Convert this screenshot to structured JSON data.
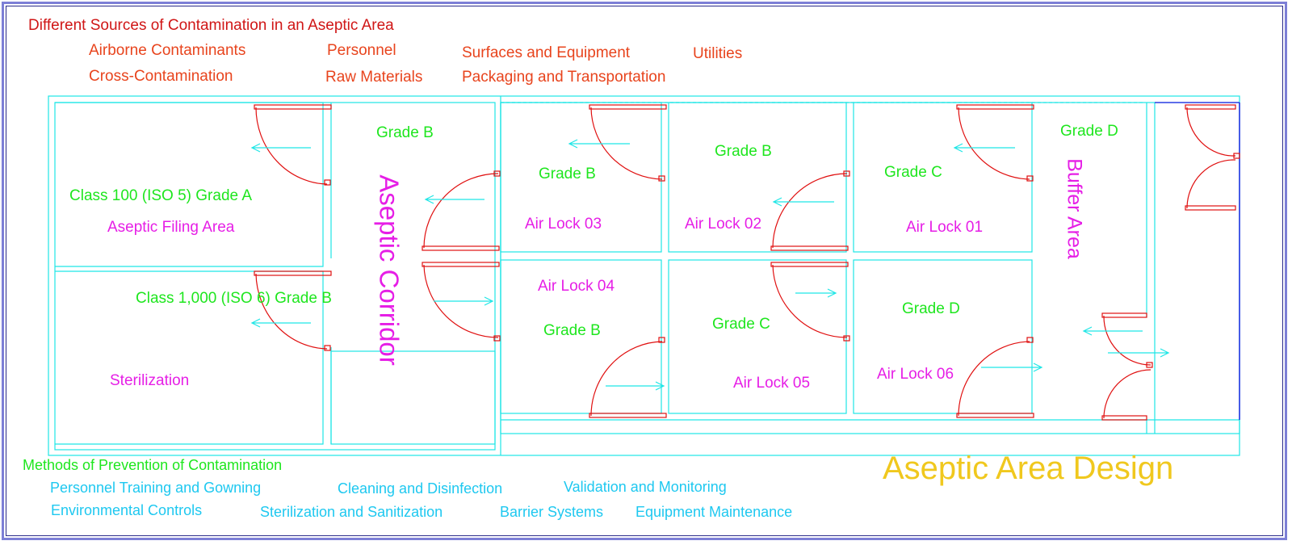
{
  "header": {
    "title": "Different Sources of Contamination in an Aseptic Area",
    "sources": [
      "Airborne Contaminants",
      "Personnel",
      "Surfaces and Equipment",
      "Utilities",
      "Cross-Contamination",
      "Raw Materials",
      "Packaging and Transportation"
    ]
  },
  "rooms": {
    "filling": {
      "class_label": "Class 100 (ISO 5) Grade A",
      "name": "Aseptic Filing Area"
    },
    "sterilization": {
      "class_label": "Class 1,000 (ISO 6) Grade B",
      "name": "Sterilization"
    },
    "corridor": {
      "grade": "Grade B",
      "name": "Aseptic Corridor"
    },
    "airlock_03": {
      "grade": "Grade B",
      "name": "Air Lock 03"
    },
    "airlock_02": {
      "grade": "Grade B",
      "name": "Air Lock 02"
    },
    "airlock_01": {
      "grade": "Grade C",
      "name": "Air Lock 01"
    },
    "airlock_04": {
      "grade": "Grade B",
      "name": "Air Lock 04"
    },
    "airlock_05": {
      "grade": "Grade C",
      "name": "Air Lock 05"
    },
    "airlock_06": {
      "grade": "Grade D",
      "name": "Air Lock 06"
    },
    "buffer": {
      "grade": "Grade D",
      "name": "Buffer Area"
    }
  },
  "prevention": {
    "title": "Methods of Prevention of Contamination",
    "methods": [
      "Personnel Training and Gowning",
      "Cleaning and Disinfection",
      "Validation and Monitoring",
      "Environmental Controls",
      "Sterilization and Sanitization",
      "Barrier Systems",
      "Equipment Maintenance"
    ]
  },
  "design_title": "Aseptic Area Design",
  "colors": {
    "walls": "#1ee6e6",
    "doors": "#e01010",
    "flow_arrows": "#1ee6e6",
    "frame": "#7d7fd6",
    "grade_text": "#1ee61e",
    "room_name_text": "#e61ee6",
    "sources_text": "#e8441d",
    "methods_text": "#1ec8f0",
    "title_text": "#f0c81e"
  }
}
